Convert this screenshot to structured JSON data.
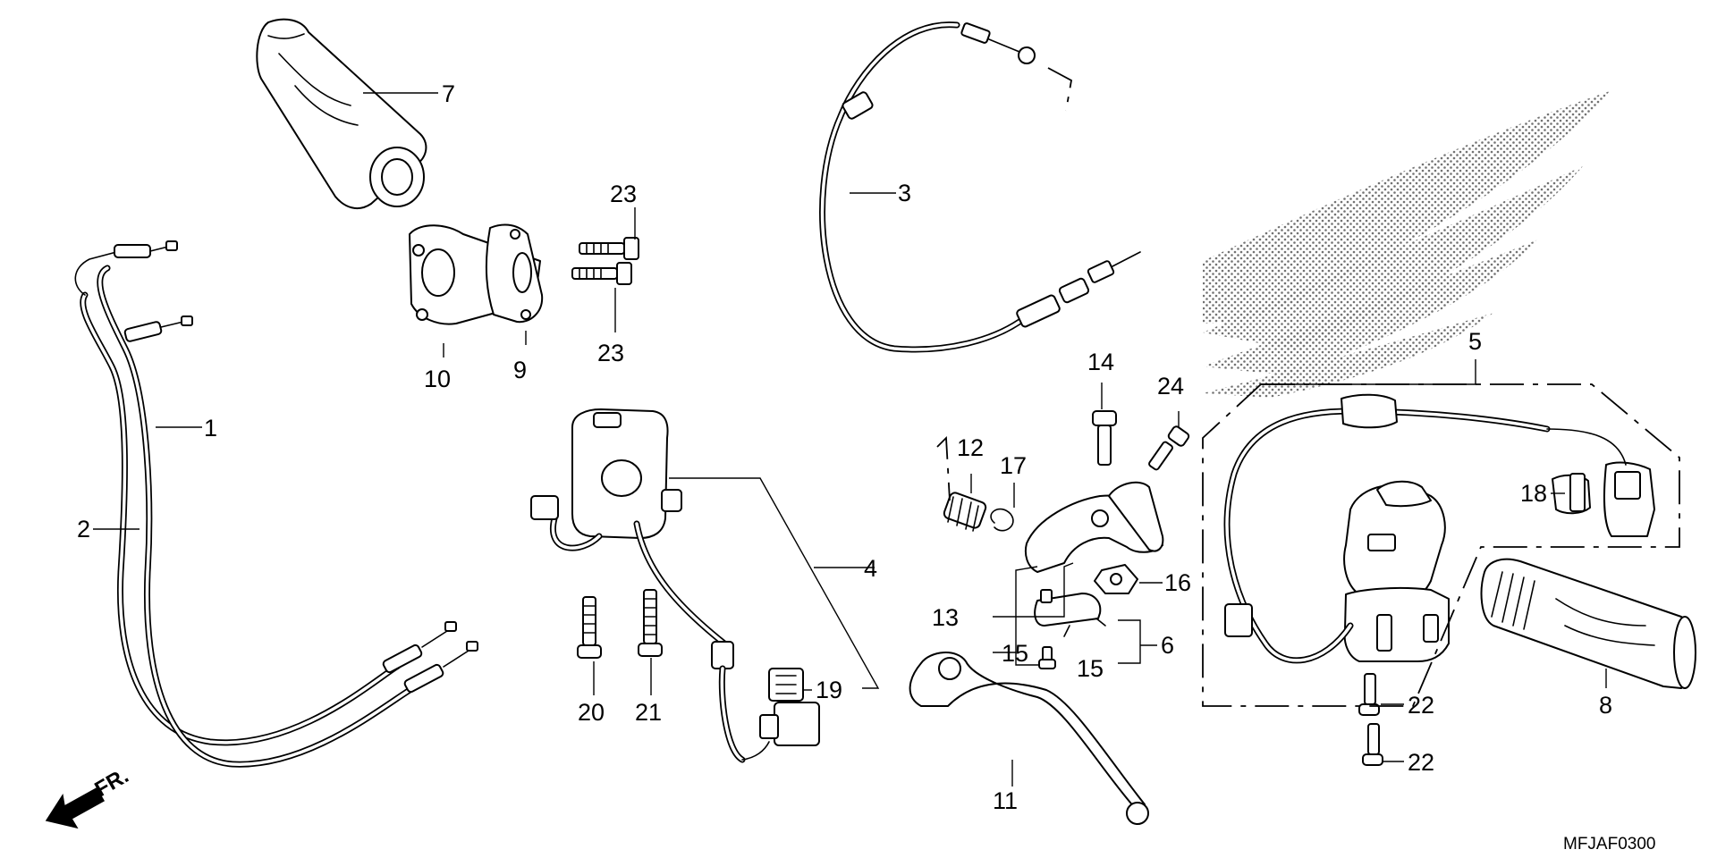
{
  "diagram": {
    "drawing_code": "MFJAF0300",
    "direction_label": "FR.",
    "callouts": [
      {
        "id": "c1",
        "label": "1"
      },
      {
        "id": "c2",
        "label": "2"
      },
      {
        "id": "c3",
        "label": "3"
      },
      {
        "id": "c4",
        "label": "4"
      },
      {
        "id": "c5",
        "label": "5"
      },
      {
        "id": "c6",
        "label": "6"
      },
      {
        "id": "c7",
        "label": "7"
      },
      {
        "id": "c8",
        "label": "8"
      },
      {
        "id": "c9",
        "label": "9"
      },
      {
        "id": "c10",
        "label": "10"
      },
      {
        "id": "c11",
        "label": "11"
      },
      {
        "id": "c12",
        "label": "12"
      },
      {
        "id": "c13",
        "label": "13"
      },
      {
        "id": "c14",
        "label": "14"
      },
      {
        "id": "c15a",
        "label": "15"
      },
      {
        "id": "c15b",
        "label": "15"
      },
      {
        "id": "c16",
        "label": "16"
      },
      {
        "id": "c17",
        "label": "17"
      },
      {
        "id": "c18",
        "label": "18"
      },
      {
        "id": "c19",
        "label": "19"
      },
      {
        "id": "c20",
        "label": "20"
      },
      {
        "id": "c21",
        "label": "21"
      },
      {
        "id": "c22a",
        "label": "22"
      },
      {
        "id": "c22b",
        "label": "22"
      },
      {
        "id": "c23a",
        "label": "23"
      },
      {
        "id": "c23b",
        "label": "23"
      },
      {
        "id": "c24",
        "label": "24"
      }
    ]
  }
}
